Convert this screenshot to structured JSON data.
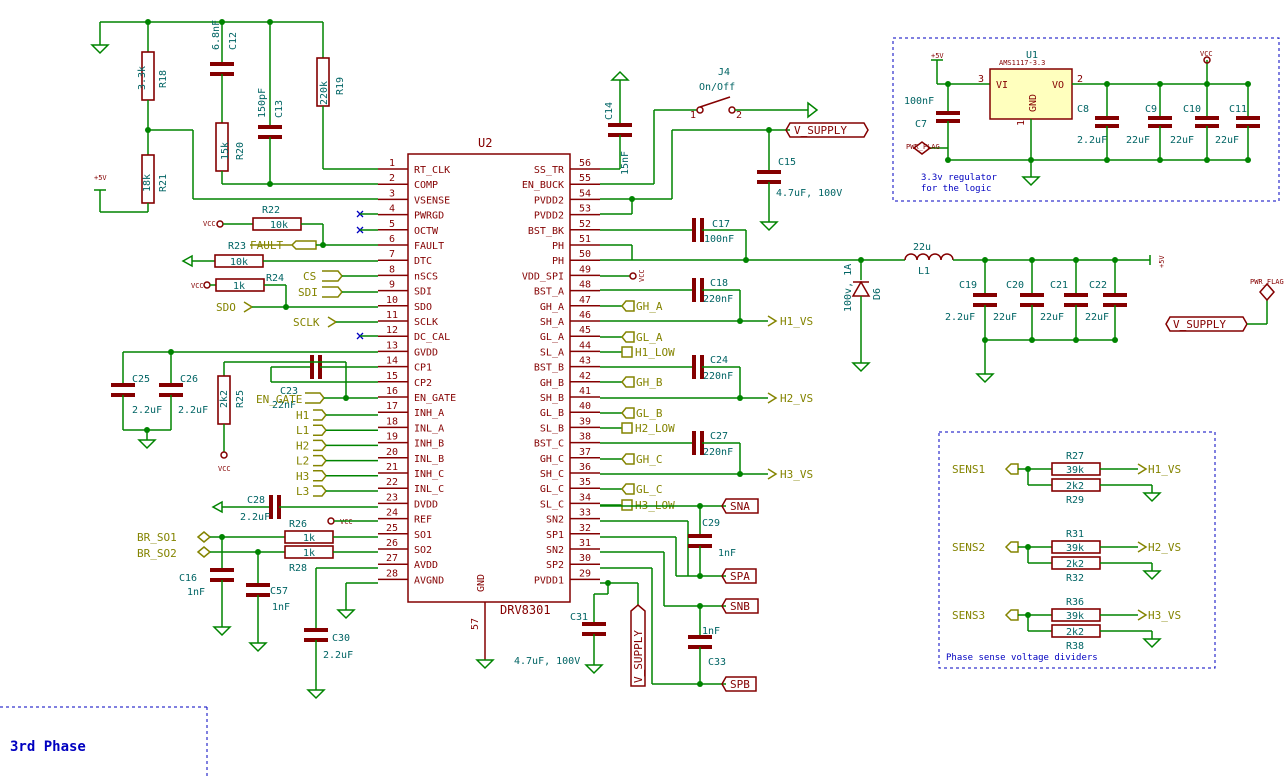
{
  "ic": {
    "ref": "U2",
    "part": "DRV8301",
    "gnd_label": "GND",
    "gnd_pin": "57"
  },
  "left_pins": [
    {
      "n": "1",
      "name": "RT_CLK"
    },
    {
      "n": "2",
      "name": "COMP"
    },
    {
      "n": "3",
      "name": "VSENSE"
    },
    {
      "n": "4",
      "name": "PWRGD"
    },
    {
      "n": "5",
      "name": "OCTW"
    },
    {
      "n": "6",
      "name": "FAULT"
    },
    {
      "n": "7",
      "name": "DTC"
    },
    {
      "n": "8",
      "name": "nSCS"
    },
    {
      "n": "9",
      "name": "SDI"
    },
    {
      "n": "10",
      "name": "SDO"
    },
    {
      "n": "11",
      "name": "SCLK"
    },
    {
      "n": "12",
      "name": "DC_CAL"
    },
    {
      "n": "13",
      "name": "GVDD"
    },
    {
      "n": "14",
      "name": "CP1"
    },
    {
      "n": "15",
      "name": "CP2"
    },
    {
      "n": "16",
      "name": "EN_GATE"
    },
    {
      "n": "17",
      "name": "INH_A"
    },
    {
      "n": "18",
      "name": "INL_A"
    },
    {
      "n": "19",
      "name": "INH_B"
    },
    {
      "n": "20",
      "name": "INL_B"
    },
    {
      "n": "21",
      "name": "INH_C"
    },
    {
      "n": "22",
      "name": "INL_C"
    },
    {
      "n": "23",
      "name": "DVDD"
    },
    {
      "n": "24",
      "name": "REF"
    },
    {
      "n": "25",
      "name": "SO1"
    },
    {
      "n": "26",
      "name": "SO2"
    },
    {
      "n": "27",
      "name": "AVDD"
    },
    {
      "n": "28",
      "name": "AVGND"
    }
  ],
  "right_pins": [
    {
      "n": "56",
      "name": "SS_TR"
    },
    {
      "n": "55",
      "name": "EN_BUCK"
    },
    {
      "n": "54",
      "name": "PVDD2"
    },
    {
      "n": "53",
      "name": "PVDD2"
    },
    {
      "n": "52",
      "name": "BST_BK"
    },
    {
      "n": "51",
      "name": "PH"
    },
    {
      "n": "50",
      "name": "PH"
    },
    {
      "n": "49",
      "name": "VDD_SPI"
    },
    {
      "n": "48",
      "name": "BST_A"
    },
    {
      "n": "47",
      "name": "GH_A"
    },
    {
      "n": "46",
      "name": "SH_A"
    },
    {
      "n": "45",
      "name": "GL_A"
    },
    {
      "n": "44",
      "name": "SL_A"
    },
    {
      "n": "43",
      "name": "BST_B"
    },
    {
      "n": "42",
      "name": "GH_B"
    },
    {
      "n": "41",
      "name": "SH_B"
    },
    {
      "n": "40",
      "name": "GL_B"
    },
    {
      "n": "39",
      "name": "SL_B"
    },
    {
      "n": "38",
      "name": "BST_C"
    },
    {
      "n": "37",
      "name": "GH_C"
    },
    {
      "n": "36",
      "name": "SH_C"
    },
    {
      "n": "35",
      "name": "GL_C"
    },
    {
      "n": "34",
      "name": "SL_C"
    },
    {
      "n": "33",
      "name": "SN2"
    },
    {
      "n": "32",
      "name": "SP1"
    },
    {
      "n": "31",
      "name": "SN2"
    },
    {
      "n": "30",
      "name": "SP2"
    },
    {
      "n": "29",
      "name": "PVDD1"
    }
  ],
  "components": {
    "R18": {
      "ref": "R18",
      "val": "3.3k"
    },
    "R21": {
      "ref": "R21",
      "val": "18k"
    },
    "R19": {
      "ref": "R19",
      "val": "220k"
    },
    "R20": {
      "ref": "R20",
      "val": "15k"
    },
    "C12": {
      "ref": "C12",
      "val": "6.8nF"
    },
    "C13": {
      "ref": "C13",
      "val": "150pF"
    },
    "R22": {
      "ref": "R22",
      "val": "10k"
    },
    "R23": {
      "ref": "R23",
      "val": "10k"
    },
    "R24": {
      "ref": "R24",
      "val": "1k"
    },
    "C23": {
      "ref": "C23",
      "val": "22nF"
    },
    "C25": {
      "ref": "C25",
      "val": "2.2uF"
    },
    "C26": {
      "ref": "C26",
      "val": "2.2uF"
    },
    "R25": {
      "ref": "R25",
      "val": "2k2"
    },
    "C28": {
      "ref": "C28",
      "val": "2.2uF"
    },
    "R26": {
      "ref": "R26",
      "val": "1k"
    },
    "R28": {
      "ref": "R28",
      "val": "1k"
    },
    "C16": {
      "ref": "C16",
      "val": "1nF"
    },
    "C57": {
      "ref": "C57",
      "val": "1nF"
    },
    "C30": {
      "ref": "C30",
      "val": "2.2uF"
    },
    "C14": {
      "ref": "C14",
      "val": "15nF"
    },
    "J4": {
      "ref": "J4",
      "val": "On/Off"
    },
    "C15": {
      "ref": "C15",
      "val": "4.7uF, 100V"
    },
    "C17": {
      "ref": "C17",
      "val": "100nF"
    },
    "C18": {
      "ref": "C18",
      "val": "220nF"
    },
    "C24": {
      "ref": "C24",
      "val": "220nF"
    },
    "C27": {
      "ref": "C27",
      "val": "220nF"
    },
    "C29": {
      "ref": "C29",
      "val": "1nF"
    },
    "C33": {
      "ref": "C33",
      "val": "1nF"
    },
    "C31": {
      "ref": "C31",
      "val": "4.7uF, 100V"
    },
    "L1": {
      "ref": "L1",
      "val": "22u"
    },
    "D6": {
      "ref": "D6",
      "val": "100v, 1A"
    },
    "C19": {
      "ref": "C19",
      "val": "2.2uF"
    },
    "C20": {
      "ref": "C20",
      "val": "22uF"
    },
    "C21": {
      "ref": "C21",
      "val": "22uF"
    },
    "C22": {
      "ref": "C22",
      "val": "22uF"
    },
    "U1": {
      "ref": "U1",
      "val": "AMS1117-3.3",
      "vi": "VI",
      "vo": "VO",
      "gnd": "GND",
      "p1": "1",
      "p2": "2",
      "p3": "3"
    },
    "C7": {
      "ref": "C7",
      "val": "100nF"
    },
    "C8": {
      "ref": "C8",
      "val": "2.2uF"
    },
    "C9": {
      "ref": "C9",
      "val": "22uF"
    },
    "C10": {
      "ref": "C10",
      "val": "22uF"
    },
    "C11": {
      "ref": "C11",
      "val": "22uF"
    },
    "R27": {
      "ref": "R27",
      "val": "39k"
    },
    "R29": {
      "ref": "R29",
      "val": "2k2"
    },
    "R31": {
      "ref": "R31",
      "val": "39k"
    },
    "R32": {
      "ref": "R32",
      "val": "2k2"
    },
    "R36": {
      "ref": "R36",
      "val": "39k"
    },
    "R38": {
      "ref": "R38",
      "val": "2k2"
    }
  },
  "labels": {
    "v_supply": "V_SUPPLY",
    "fault": "FAULT",
    "cs": "CS",
    "sdi": "SDI",
    "sdo": "SDO",
    "sclk": "SCLK",
    "en_gate": "EN_GATE",
    "h1": "H1",
    "l1": "L1",
    "h2": "H2",
    "l2": "L2",
    "h3": "H3",
    "l3": "L3",
    "br_so1": "BR_SO1",
    "br_so2": "BR_SO2",
    "gh_a": "GH_A",
    "gl_a": "GL_A",
    "h1_low": "H1_LOW",
    "h1_vs": "H1_VS",
    "gh_b": "GH_B",
    "gl_b": "GL_B",
    "h2_low": "H2_LOW",
    "h2_vs": "H2_VS",
    "gh_c": "GH_C",
    "gl_c": "GL_C",
    "h3_low": "H3_LOW",
    "h3_vs": "H3_VS",
    "sna": "SNA",
    "spa": "SPA",
    "snb": "SNB",
    "spb": "SPB",
    "sens1": "SENS1",
    "sens2": "SENS2",
    "sens3": "SENS3",
    "vcc": "VCC",
    "p5v": "+5V",
    "pwr_flag": "PWR_FLAG"
  },
  "notes": {
    "regulator": "3.3v regulator",
    "regulator2": "for the logic",
    "dividers": "Phase sense voltage dividers",
    "third_phase": "3rd Phase"
  }
}
